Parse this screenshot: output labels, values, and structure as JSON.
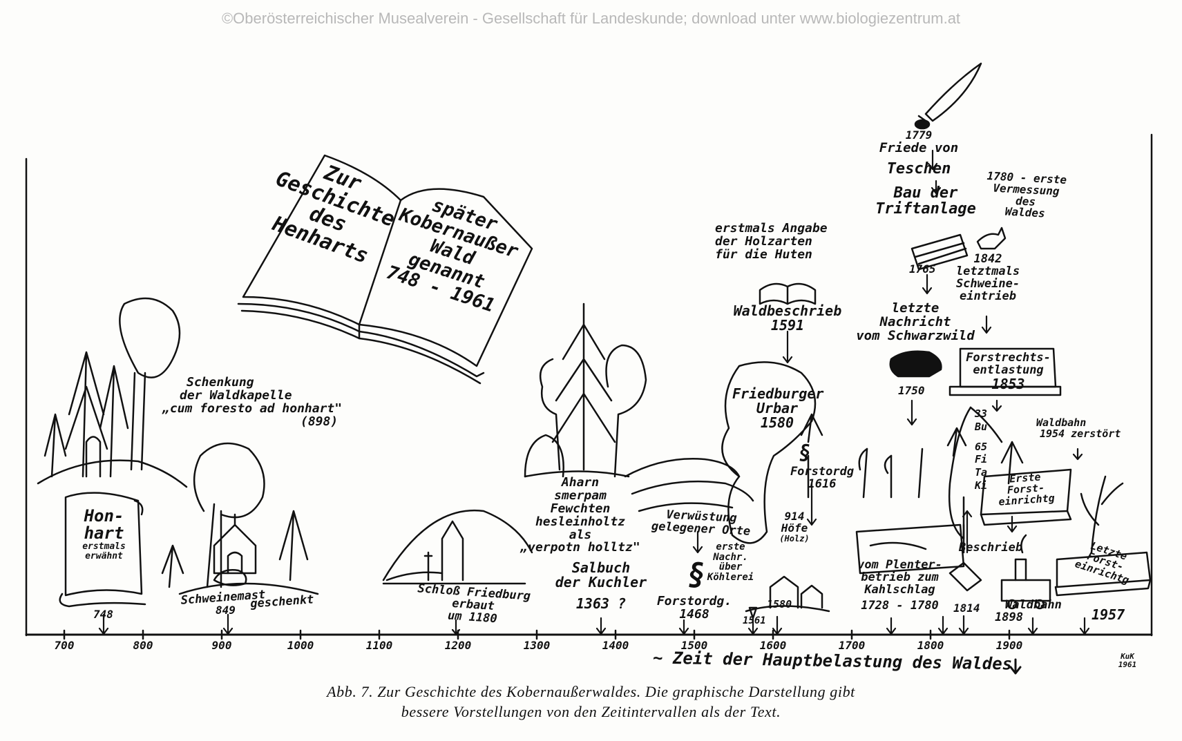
{
  "copyright": "©Oberösterreichischer Musealverein - Gesellschaft für Landeskunde; download unter www.biologiezentrum.at",
  "book": {
    "left_page": [
      "Zur",
      "Geschichte",
      "des",
      "Henharts"
    ],
    "right_page": [
      "später",
      "Kobernaußer",
      "Wald",
      "genannt",
      "748 - 1961"
    ]
  },
  "axis": {
    "ticks": [
      "700",
      "800",
      "900",
      "1000",
      "1100",
      "1200",
      "1300",
      "1400",
      "1500",
      "1600",
      "1700",
      "1800",
      "1900"
    ]
  },
  "events": {
    "hon_hart": [
      "Hon-",
      "hart",
      "erstmals",
      "erwähnt"
    ],
    "y748": "748",
    "schenkung": [
      "Schenkung",
      "der Waldkapelle",
      "„cum foresto ad honhart\"",
      "(898)"
    ],
    "schweinemast": [
      "Schweinemast",
      "geschenkt"
    ],
    "y849": "849",
    "schloss": [
      "Schloß Friedburg",
      "erbaut",
      "um 1180"
    ],
    "ahorn": [
      "Aharn",
      "smerpam",
      "Fewchten",
      "hesleinholtz",
      "als",
      "„verpotn holltz\""
    ],
    "salbuch": [
      "Salbuch",
      "der Kuchler",
      "1363 ?"
    ],
    "verwuestung": [
      "Verwüstung",
      "gelegener Orte"
    ],
    "forstordg1468": [
      "Forstordg.",
      "1468"
    ],
    "erste_nachr": [
      "erste",
      "Nachr.",
      "über",
      "Köhlerei"
    ],
    "y1561": "1561",
    "y1580b": "1580",
    "friedburger": [
      "Friedburger",
      "Urbar",
      "1580"
    ],
    "forstordg1616": [
      "Forstordg",
      "1616"
    ],
    "hoefe": [
      "914",
      "Höfe",
      "(Holz)"
    ],
    "holzarten": [
      "erstmals Angabe",
      "der Holzarten",
      "für die Huten"
    ],
    "waldbeschrieb": [
      "Waldbeschrieb",
      "1591"
    ],
    "friede": [
      "1779",
      "Friede von",
      "Teschen"
    ],
    "vermessung": [
      "1780 - erste",
      "Vermessung",
      "des",
      "Waldes"
    ],
    "triftanlage": [
      "Bau der",
      "Triftanlage"
    ],
    "y1765": "1765",
    "schweineeintrieb": [
      "1842",
      "letztmals",
      "Schweine-",
      "eintrieb"
    ],
    "schwarzwild": [
      "letzte",
      "Nachricht",
      "vom Schwarzwild"
    ],
    "y1750": "1750",
    "forstrechts": [
      "Forstrechts-",
      "entlastung",
      "1853"
    ],
    "bu_fi": [
      "33",
      "Bu",
      "65",
      "Fi",
      "Ta",
      "Ki"
    ],
    "plenter": [
      "vom Plenter-",
      "betrieb zum",
      "Kahlschlag",
      "1728 - 1780"
    ],
    "y1814": "1814",
    "beschrieb": "Beschrieb",
    "erste_forst": [
      "Erste",
      "Forst-",
      "einrichtg"
    ],
    "waldbahn_zerst": [
      "Waldbahn",
      "1954 zerstört"
    ],
    "waldbahn": [
      "Waldbahn",
      "1898"
    ],
    "letzte_forst": [
      "Letzte",
      "Forst-",
      "einrichtg"
    ],
    "y1957": "1957"
  },
  "zeit_label": "~ Zeit der Hauptbelastung des Waldes",
  "signature": [
    "KuK",
    "1961"
  ],
  "caption": [
    "Abb. 7. Zur Geschichte des Kobernaußerwaldes. Die graphische Darstellung gibt",
    "bessere Vorstellungen von den Zeitintervallen als der Text."
  ]
}
